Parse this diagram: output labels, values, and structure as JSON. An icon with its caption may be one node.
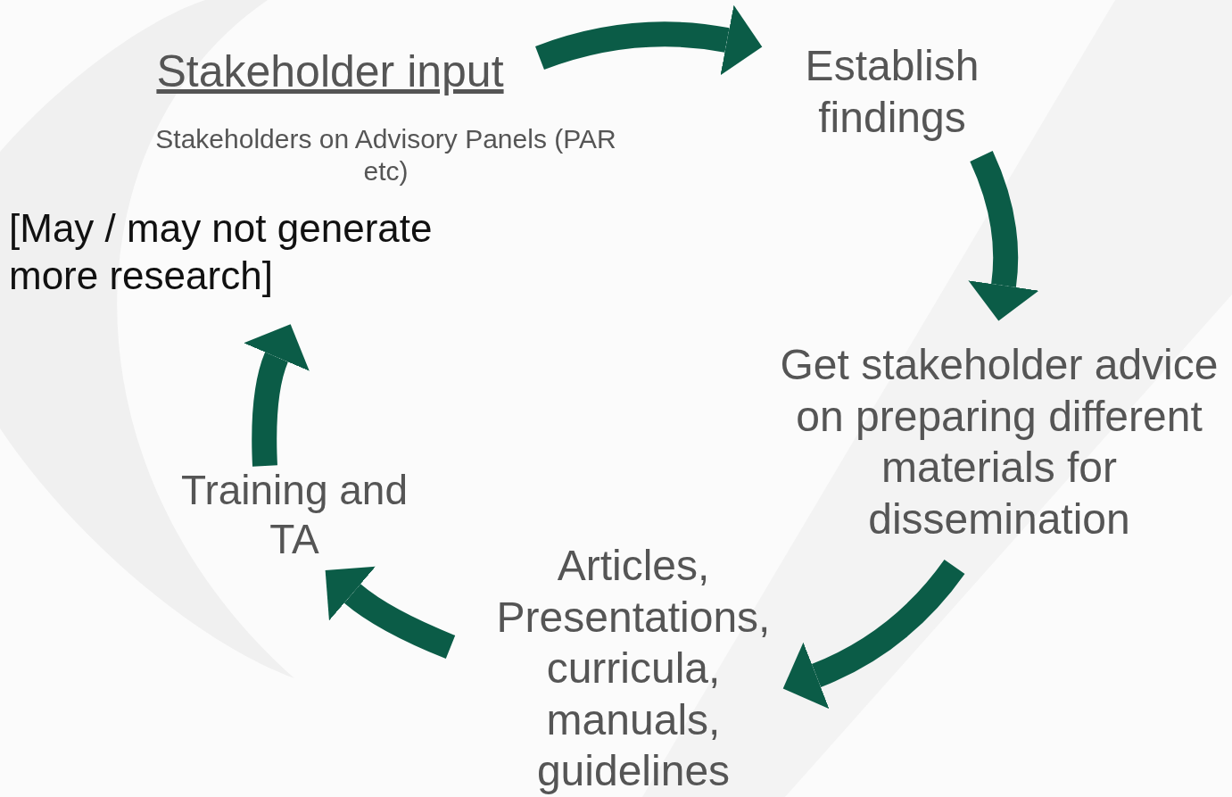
{
  "diagram": {
    "nodes": [
      {
        "text": [
          "Stakeholder input",
          "Stakeholders on Advisory Panels (PAR etc)",
          "[May / may not generate more research]"
        ]
      },
      {
        "text": [
          "Establish findings"
        ]
      },
      {
        "text": [
          "Get stakeholder advice on preparing different materials for dissemination"
        ]
      },
      {
        "text": [
          "Articles, Presentations, curricula, manuals, guidelines"
        ]
      },
      {
        "text": [
          "Training and TA"
        ]
      }
    ],
    "edges": [
      {
        "from": 0,
        "to": 1,
        "arrow": "to"
      },
      {
        "from": 1,
        "to": 2,
        "arrow": "to"
      },
      {
        "from": 2,
        "to": 3,
        "arrow": "to"
      },
      {
        "from": 3,
        "to": 4,
        "arrow": "to"
      },
      {
        "from": 4,
        "to": 0,
        "arrow": "to"
      }
    ]
  }
}
